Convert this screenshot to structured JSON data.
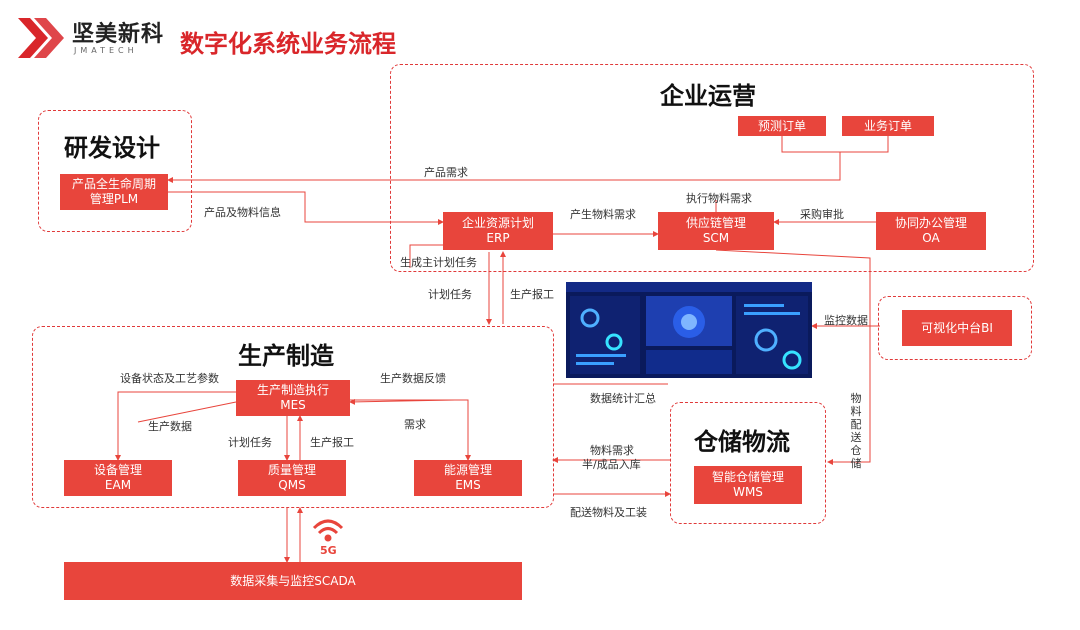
{
  "header": {
    "logo_name": "坚美新科",
    "logo_sub": "JMATECH",
    "title": "数字化系统业务流程"
  },
  "regions": {
    "ops": "企业运营",
    "rd": "研发设计",
    "mfg": "生产制造",
    "wh": "仓储物流"
  },
  "boxes": {
    "forecast": "预测订单",
    "business": "业务订单",
    "plm_1": "产品全生命周期",
    "plm_2": "管理PLM",
    "erp_1": "企业资源计划",
    "erp_2": "ERP",
    "scm_1": "供应链管理",
    "scm_2": "SCM",
    "oa_1": "协同办公管理",
    "oa_2": "OA",
    "bi": "可视化中台BI",
    "mes_1": "生产制造执行",
    "mes_2": "MES",
    "eam_1": "设备管理",
    "eam_2": "EAM",
    "qms_1": "质量管理",
    "qms_2": "QMS",
    "ems_1": "能源管理",
    "ems_2": "EMS",
    "wms_1": "智能仓储管理",
    "wms_2": "WMS",
    "scada": "数据采集与监控SCADA"
  },
  "labels": {
    "product_demand": "产品需求",
    "product_material_info": "产品及物料信息",
    "produce_material_demand": "产生物料需求",
    "exec_material_demand": "执行物料需求",
    "purchase_approval": "采购审批",
    "main_plan_task": "生成主计划任务",
    "plan_task": "计划任务",
    "production_report": "生产报工",
    "monitor_data": "监控数据",
    "device_status": "设备状态及工艺参数",
    "production_feedback": "生产数据反馈",
    "production_data": "生产数据",
    "demand": "需求",
    "plan_task_2": "计划任务",
    "production_report_2": "生产报工",
    "data_stats": "数据统计汇总",
    "material_demand": "物料需求",
    "semi_finished": "半/成品入库",
    "delivery_material": "配送物料及工装",
    "material_to_wh": "物料配送仓储",
    "five_g": "5G"
  },
  "colors": {
    "accent": "#e8453c",
    "dashed": "#e03a3a",
    "title": "#d9262a"
  }
}
